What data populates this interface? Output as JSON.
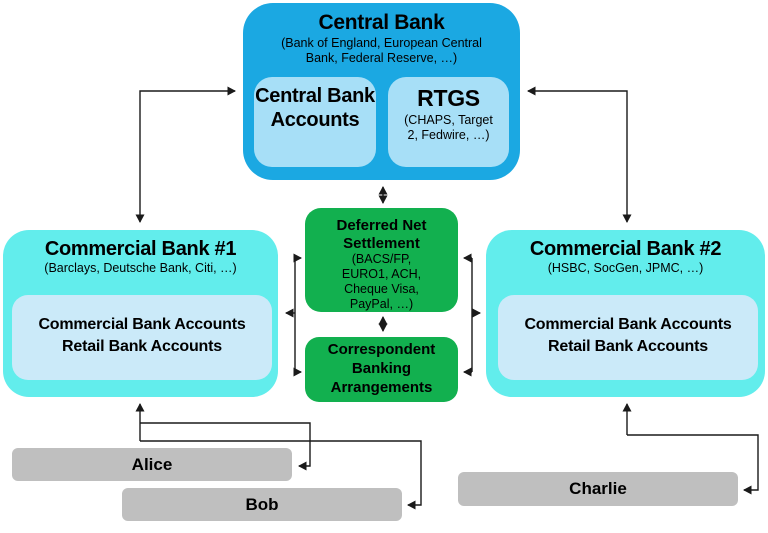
{
  "colors": {
    "central_fill": "#1BA8E2",
    "central_inner_fill": "#A7DFF7",
    "commercial_fill": "#62EDEC",
    "commercial_inner_fill": "#CBEAF9",
    "green_fill": "#12B04F",
    "customer_fill": "#BFBFBF",
    "text_color": "#000000",
    "arrow_color": "#1a1a1a"
  },
  "central_bank": {
    "title": "Central Bank",
    "subtitle": "(Bank of England, European Central Bank, Federal Reserve, …)",
    "accounts_label": "Central Bank Accounts",
    "rtgs_title": "RTGS",
    "rtgs_subtitle": "(CHAPS, Target 2, Fedwire, …)"
  },
  "commercial_bank_1": {
    "title": "Commercial Bank #1",
    "subtitle": "(Barclays, Deutsche Bank, Citi, …)",
    "accounts_line1": "Commercial Bank Accounts",
    "accounts_line2": "Retail Bank Accounts"
  },
  "commercial_bank_2": {
    "title": "Commercial Bank #2",
    "subtitle": "(HSBC, SocGen, JPMC, …)",
    "accounts_line1": "Commercial Bank Accounts",
    "accounts_line2": "Retail Bank Accounts"
  },
  "deferred_net_settlement": {
    "title": "Deferred Net Settlement",
    "subtitle": "(BACS/FP, EURO1, ACH, Cheque Visa, PayPal, …)"
  },
  "correspondent_banking": {
    "title": "Correspondent Banking Arrangements"
  },
  "customers": {
    "alice": "Alice",
    "bob": "Bob",
    "charlie": "Charlie"
  }
}
